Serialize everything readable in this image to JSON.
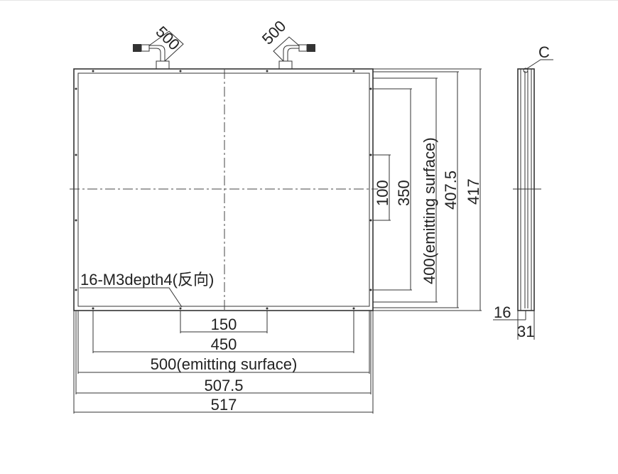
{
  "cable_lengths": {
    "left": "500",
    "right": "500"
  },
  "side_view": {
    "callout": "C",
    "dim_inner": "16",
    "dim_depth": "31"
  },
  "vertical_dims": {
    "d100": "100",
    "d350": "350",
    "d400": "400(emitting surface)",
    "d407": "407.5",
    "d417": "417"
  },
  "horizontal_dims": {
    "d150": "150",
    "d450": "450",
    "d500": "500(emitting surface)",
    "d507": "507.5",
    "d517": "517"
  },
  "hole_note": "16-M3depth4(反向)"
}
